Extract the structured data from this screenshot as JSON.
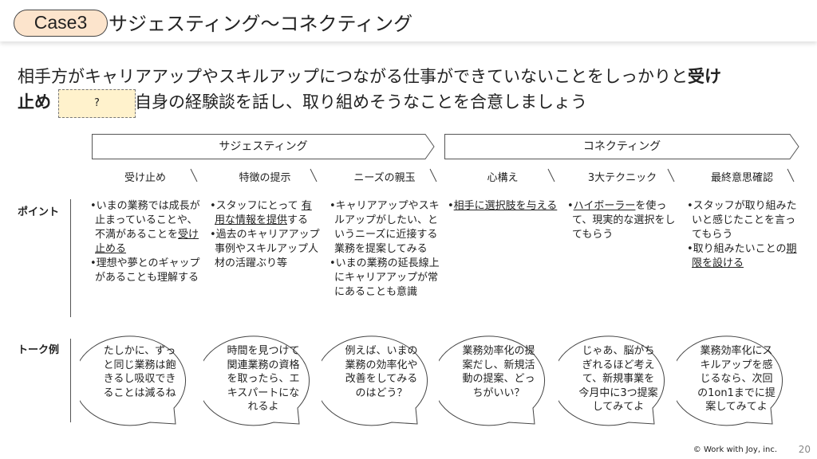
{
  "header": {
    "badge": "Case3",
    "title": "サジェスティング〜コネクティング"
  },
  "lead": {
    "line1_normal": "相手方がキャリアアップやスキルアップにつながる仕事ができていないことをしっかりと",
    "line1_bold": "受け",
    "line2_bold": "止め",
    "line2_rest": "自身の経験談を話し、取り組めそうなことを合意しましょう",
    "blank": "?"
  },
  "phases": [
    {
      "label": "サジェスティング"
    },
    {
      "label": "コネクティング"
    }
  ],
  "steps": [
    "受け止め",
    "特徴の提示",
    "ニーズの親玉",
    "心構え",
    "3大テクニック",
    "最終意思確認"
  ],
  "row_labels": {
    "points": "ポイント",
    "talk": "トーク例"
  },
  "points": [
    [
      [
        {
          "t": "•いまの業務では成長が止まっていることや、不満がある"
        },
        {
          "t": "ことを"
        },
        {
          "t": "受け止める",
          "u": true
        }
      ],
      [
        {
          "t": "•理想や夢とのギャップがあることも理解する"
        }
      ]
    ],
    [
      [
        {
          "t": "•スタッフにとって "
        },
        {
          "t": "有用な情報を提供",
          "u": true
        },
        {
          "t": "する"
        }
      ],
      [
        {
          "t": "•過去のキャリアアップ事例やスキルアップ人材の活躍ぶり等"
        }
      ]
    ],
    [
      [
        {
          "t": "•キャリアアップやスキルアップがしたい、というニーズに近接する業務を提案してみる"
        }
      ],
      [
        {
          "t": "•いまの業務の延長線上にキャリアアップが常にあることも意識"
        }
      ]
    ],
    [
      [
        {
          "t": "•"
        },
        {
          "t": "相手に選択肢を与える",
          "u": true
        }
      ]
    ],
    [
      [
        {
          "t": "•"
        },
        {
          "t": "ハイボーラー",
          "u": true
        },
        {
          "t": "を使って、現実的な選択をしてもらう"
        }
      ]
    ],
    [
      [
        {
          "t": "•スタッフが取り組みたいと感じたことを言ってもらう"
        }
      ],
      [
        {
          "t": "•取り組みたいことの"
        },
        {
          "t": "期限を設ける",
          "u": true
        }
      ]
    ]
  ],
  "talks": [
    "たしかに、ずっと同じ業務は飽きるし吸収できることは減るね",
    "時間を見つけて関連業務の資格を取ったら、エキスパートになれるよ",
    "例えば、いまの業務の効率化や改善をしてみるのはどう？",
    "業務効率化の提案だし、新規活動の提案、どっちがいい？",
    "じゃあ、脳がちぎれるほど考えて、新規事業を今月中に3つ提案してみてよ",
    "業務効率化にスキルアップを感じるなら、次回の1on1までに提案してみてよ"
  ],
  "footer": {
    "copyright": "© Work with Joy, inc.",
    "page": "20"
  }
}
